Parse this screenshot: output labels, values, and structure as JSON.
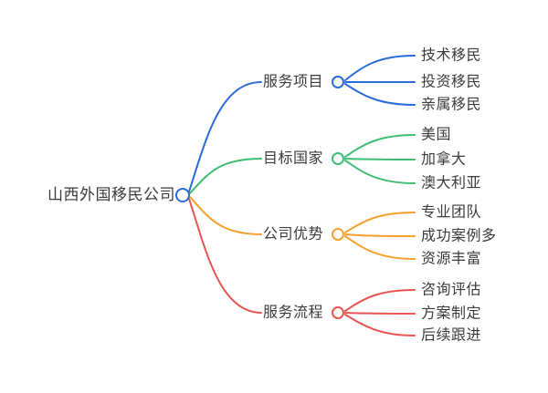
{
  "colors": {
    "blue": "#2a6bd9",
    "green": "#3dbe72",
    "orange": "#f7a02b",
    "red": "#e85452",
    "text": "#3b3b3b",
    "background": "#ffffff"
  },
  "map": {
    "root": {
      "label": "山西外国移民公司",
      "color": "#2a6bd9"
    },
    "branches": [
      {
        "label": "服务项目",
        "color": "#2a6bd9",
        "children": [
          {
            "label": "技术移民"
          },
          {
            "label": "投资移民"
          },
          {
            "label": "亲属移民"
          }
        ]
      },
      {
        "label": "目标国家",
        "color": "#3dbe72",
        "children": [
          {
            "label": "美国"
          },
          {
            "label": "加拿大"
          },
          {
            "label": "澳大利亚"
          }
        ]
      },
      {
        "label": "公司优势",
        "color": "#f7a02b",
        "children": [
          {
            "label": "专业团队"
          },
          {
            "label": "成功案例多"
          },
          {
            "label": "资源丰富"
          }
        ]
      },
      {
        "label": "服务流程",
        "color": "#e85452",
        "children": [
          {
            "label": "咨询评估"
          },
          {
            "label": "方案制定"
          },
          {
            "label": "后续跟进"
          }
        ]
      }
    ]
  }
}
